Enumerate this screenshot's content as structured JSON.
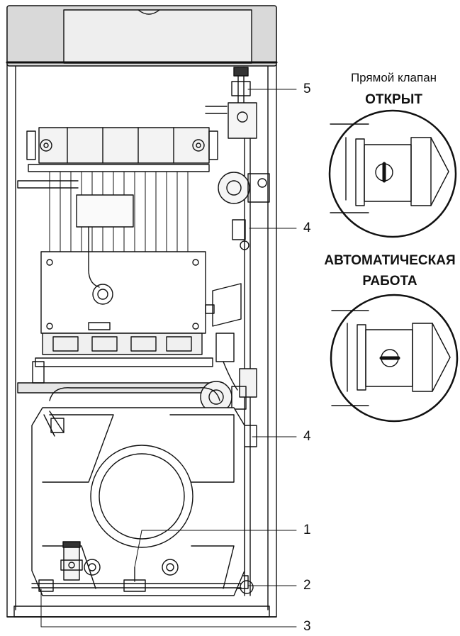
{
  "callouts": [
    "5",
    "4",
    "4",
    "1",
    "2",
    "3"
  ],
  "panel_open": {
    "caption_line1": "Прямой клапан",
    "caption_line2": "ОТКРЫТ"
  },
  "panel_auto": {
    "caption_line1": "АВТОМАТИЧЕСКАЯ",
    "caption_line2": "РАБОТА"
  }
}
